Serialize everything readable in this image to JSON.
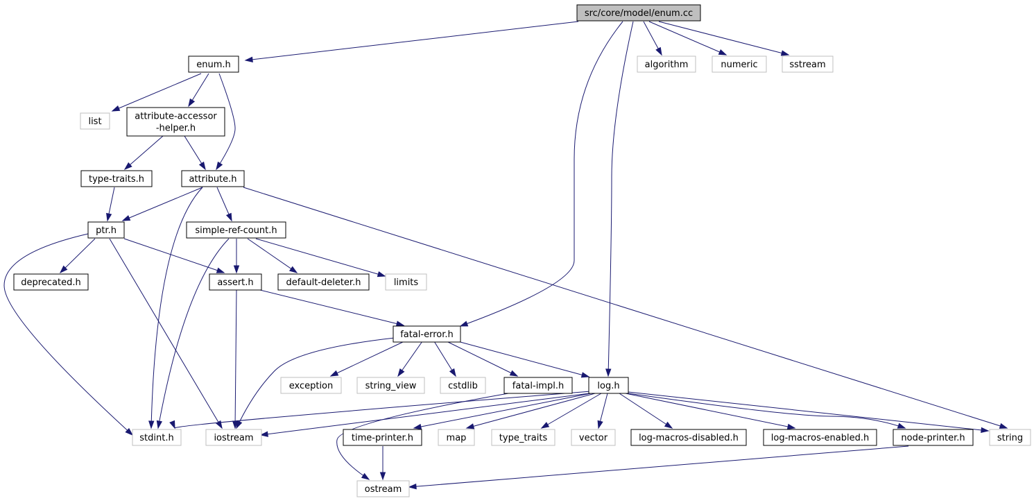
{
  "graph": {
    "colors": {
      "edge": "#191970",
      "root_fill": "#bfbfbf",
      "local_stroke": "#000000",
      "external_stroke": "#bfbfbf",
      "fill": "#ffffff",
      "text": "#000000"
    },
    "nodes": [
      {
        "id": "enum_cc",
        "label": "src/core/model/enum.cc",
        "kind": "root"
      },
      {
        "id": "enum_h",
        "label": "enum.h",
        "kind": "local"
      },
      {
        "id": "algorithm",
        "label": "algorithm",
        "kind": "external"
      },
      {
        "id": "numeric",
        "label": "numeric",
        "kind": "external"
      },
      {
        "id": "sstream",
        "label": "sstream",
        "kind": "external"
      },
      {
        "id": "list",
        "label": "list",
        "kind": "external"
      },
      {
        "id": "attr_acc",
        "label": "attribute-accessor\n-helper.h",
        "kind": "local"
      },
      {
        "id": "type_traits_h",
        "label": "type-traits.h",
        "kind": "local"
      },
      {
        "id": "attribute_h",
        "label": "attribute.h",
        "kind": "local"
      },
      {
        "id": "ptr_h",
        "label": "ptr.h",
        "kind": "local"
      },
      {
        "id": "simple_ref",
        "label": "simple-ref-count.h",
        "kind": "local"
      },
      {
        "id": "deprecated",
        "label": "deprecated.h",
        "kind": "local"
      },
      {
        "id": "assert_h",
        "label": "assert.h",
        "kind": "local"
      },
      {
        "id": "default_del",
        "label": "default-deleter.h",
        "kind": "local"
      },
      {
        "id": "limits",
        "label": "limits",
        "kind": "external"
      },
      {
        "id": "fatal_error",
        "label": "fatal-error.h",
        "kind": "local"
      },
      {
        "id": "exception",
        "label": "exception",
        "kind": "external"
      },
      {
        "id": "string_view",
        "label": "string_view",
        "kind": "external"
      },
      {
        "id": "cstdlib",
        "label": "cstdlib",
        "kind": "external"
      },
      {
        "id": "fatal_impl",
        "label": "fatal-impl.h",
        "kind": "local"
      },
      {
        "id": "log_h",
        "label": "log.h",
        "kind": "local"
      },
      {
        "id": "stdint",
        "label": "stdint.h",
        "kind": "external"
      },
      {
        "id": "iostream",
        "label": "iostream",
        "kind": "external"
      },
      {
        "id": "time_printer",
        "label": "time-printer.h",
        "kind": "local"
      },
      {
        "id": "map",
        "label": "map",
        "kind": "external"
      },
      {
        "id": "type_traits",
        "label": "type_traits",
        "kind": "external"
      },
      {
        "id": "vector",
        "label": "vector",
        "kind": "external"
      },
      {
        "id": "log_dis",
        "label": "log-macros-disabled.h",
        "kind": "local"
      },
      {
        "id": "log_en",
        "label": "log-macros-enabled.h",
        "kind": "local"
      },
      {
        "id": "node_printer",
        "label": "node-printer.h",
        "kind": "local"
      },
      {
        "id": "string",
        "label": "string",
        "kind": "external"
      },
      {
        "id": "ostream",
        "label": "ostream",
        "kind": "external"
      }
    ],
    "edges": [
      [
        "enum_cc",
        "enum_h"
      ],
      [
        "enum_cc",
        "algorithm"
      ],
      [
        "enum_cc",
        "numeric"
      ],
      [
        "enum_cc",
        "sstream"
      ],
      [
        "enum_cc",
        "fatal_error"
      ],
      [
        "enum_cc",
        "log_h"
      ],
      [
        "enum_h",
        "list"
      ],
      [
        "enum_h",
        "attr_acc"
      ],
      [
        "enum_h",
        "attribute_h"
      ],
      [
        "attr_acc",
        "type_traits_h"
      ],
      [
        "attr_acc",
        "attribute_h"
      ],
      [
        "type_traits_h",
        "ptr_h"
      ],
      [
        "attribute_h",
        "ptr_h"
      ],
      [
        "attribute_h",
        "simple_ref"
      ],
      [
        "attribute_h",
        "stdint"
      ],
      [
        "attribute_h",
        "string"
      ],
      [
        "ptr_h",
        "deprecated"
      ],
      [
        "ptr_h",
        "assert_h"
      ],
      [
        "ptr_h",
        "stdint"
      ],
      [
        "ptr_h",
        "iostream"
      ],
      [
        "simple_ref",
        "assert_h"
      ],
      [
        "simple_ref",
        "default_del"
      ],
      [
        "simple_ref",
        "limits"
      ],
      [
        "simple_ref",
        "stdint"
      ],
      [
        "assert_h",
        "fatal_error"
      ],
      [
        "assert_h",
        "iostream"
      ],
      [
        "fatal_error",
        "exception"
      ],
      [
        "fatal_error",
        "string_view"
      ],
      [
        "fatal_error",
        "cstdlib"
      ],
      [
        "fatal_error",
        "fatal_impl"
      ],
      [
        "fatal_error",
        "log_h"
      ],
      [
        "fatal_error",
        "iostream"
      ],
      [
        "fatal_impl",
        "ostream"
      ],
      [
        "log_h",
        "stdint"
      ],
      [
        "log_h",
        "iostream"
      ],
      [
        "log_h",
        "time_printer"
      ],
      [
        "log_h",
        "map"
      ],
      [
        "log_h",
        "type_traits"
      ],
      [
        "log_h",
        "vector"
      ],
      [
        "log_h",
        "log_dis"
      ],
      [
        "log_h",
        "log_en"
      ],
      [
        "log_h",
        "node_printer"
      ],
      [
        "log_h",
        "string"
      ],
      [
        "time_printer",
        "ostream"
      ],
      [
        "node_printer",
        "ostream"
      ]
    ]
  }
}
